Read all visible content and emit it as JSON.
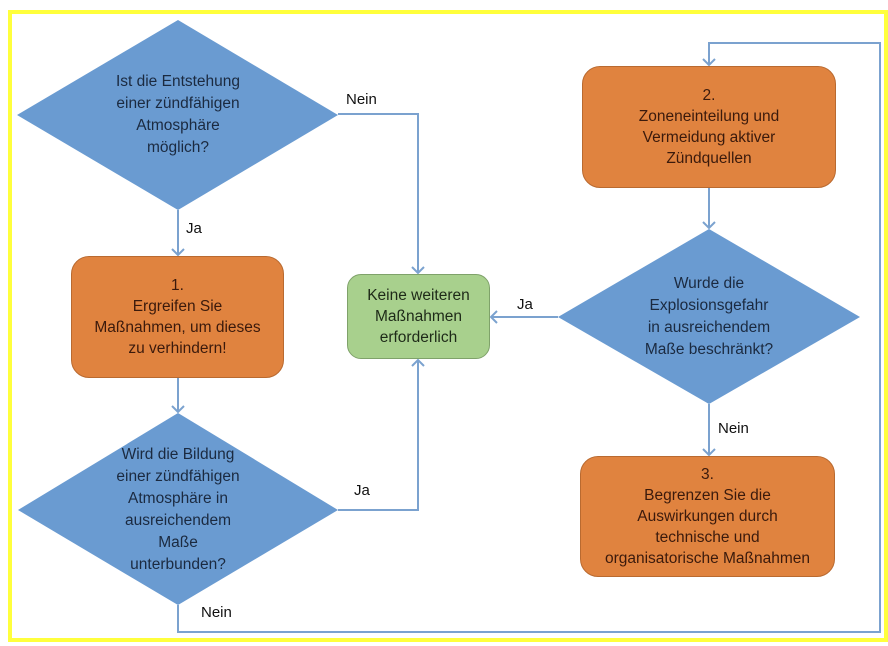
{
  "colors": {
    "frame": "#ffff3c",
    "decision_fill": "#6a9bd1",
    "action_fill": "#e0833f",
    "terminal_fill": "#a8d08d",
    "connector": "#7ba2cf"
  },
  "nodes": {
    "decision1": {
      "text": "Ist die Entstehung\neiner zündfähigen\nAtmosphäre\nmöglich?"
    },
    "action1": {
      "text": "1.\nErgreifen Sie\nMaßnahmen, um dieses\nzu verhindern!"
    },
    "decision2": {
      "text": "Wird die Bildung\neiner zündfähigen\nAtmosphäre in\nausreichendem\nMaße\nunterbunden?"
    },
    "terminal": {
      "text": "Keine weiteren\nMaßnahmen\nerforderlich"
    },
    "action2": {
      "text": "2.\nZoneneinteilung und\nVermeidung aktiver\nZündquellen"
    },
    "decision3": {
      "text": "Wurde die\nExplosionsgefahr\nin ausreichendem\nMaße beschränkt?"
    },
    "action3": {
      "text": "3.\nBegrenzen Sie die\nAuswirkungen durch\ntechnische und\norganisatorische Maßnahmen"
    }
  },
  "edge_labels": {
    "d1_no": "Nein",
    "d1_yes": "Ja",
    "d2_yes": "Ja",
    "d2_no": "Nein",
    "d3_yes": "Ja",
    "d3_no": "Nein"
  }
}
